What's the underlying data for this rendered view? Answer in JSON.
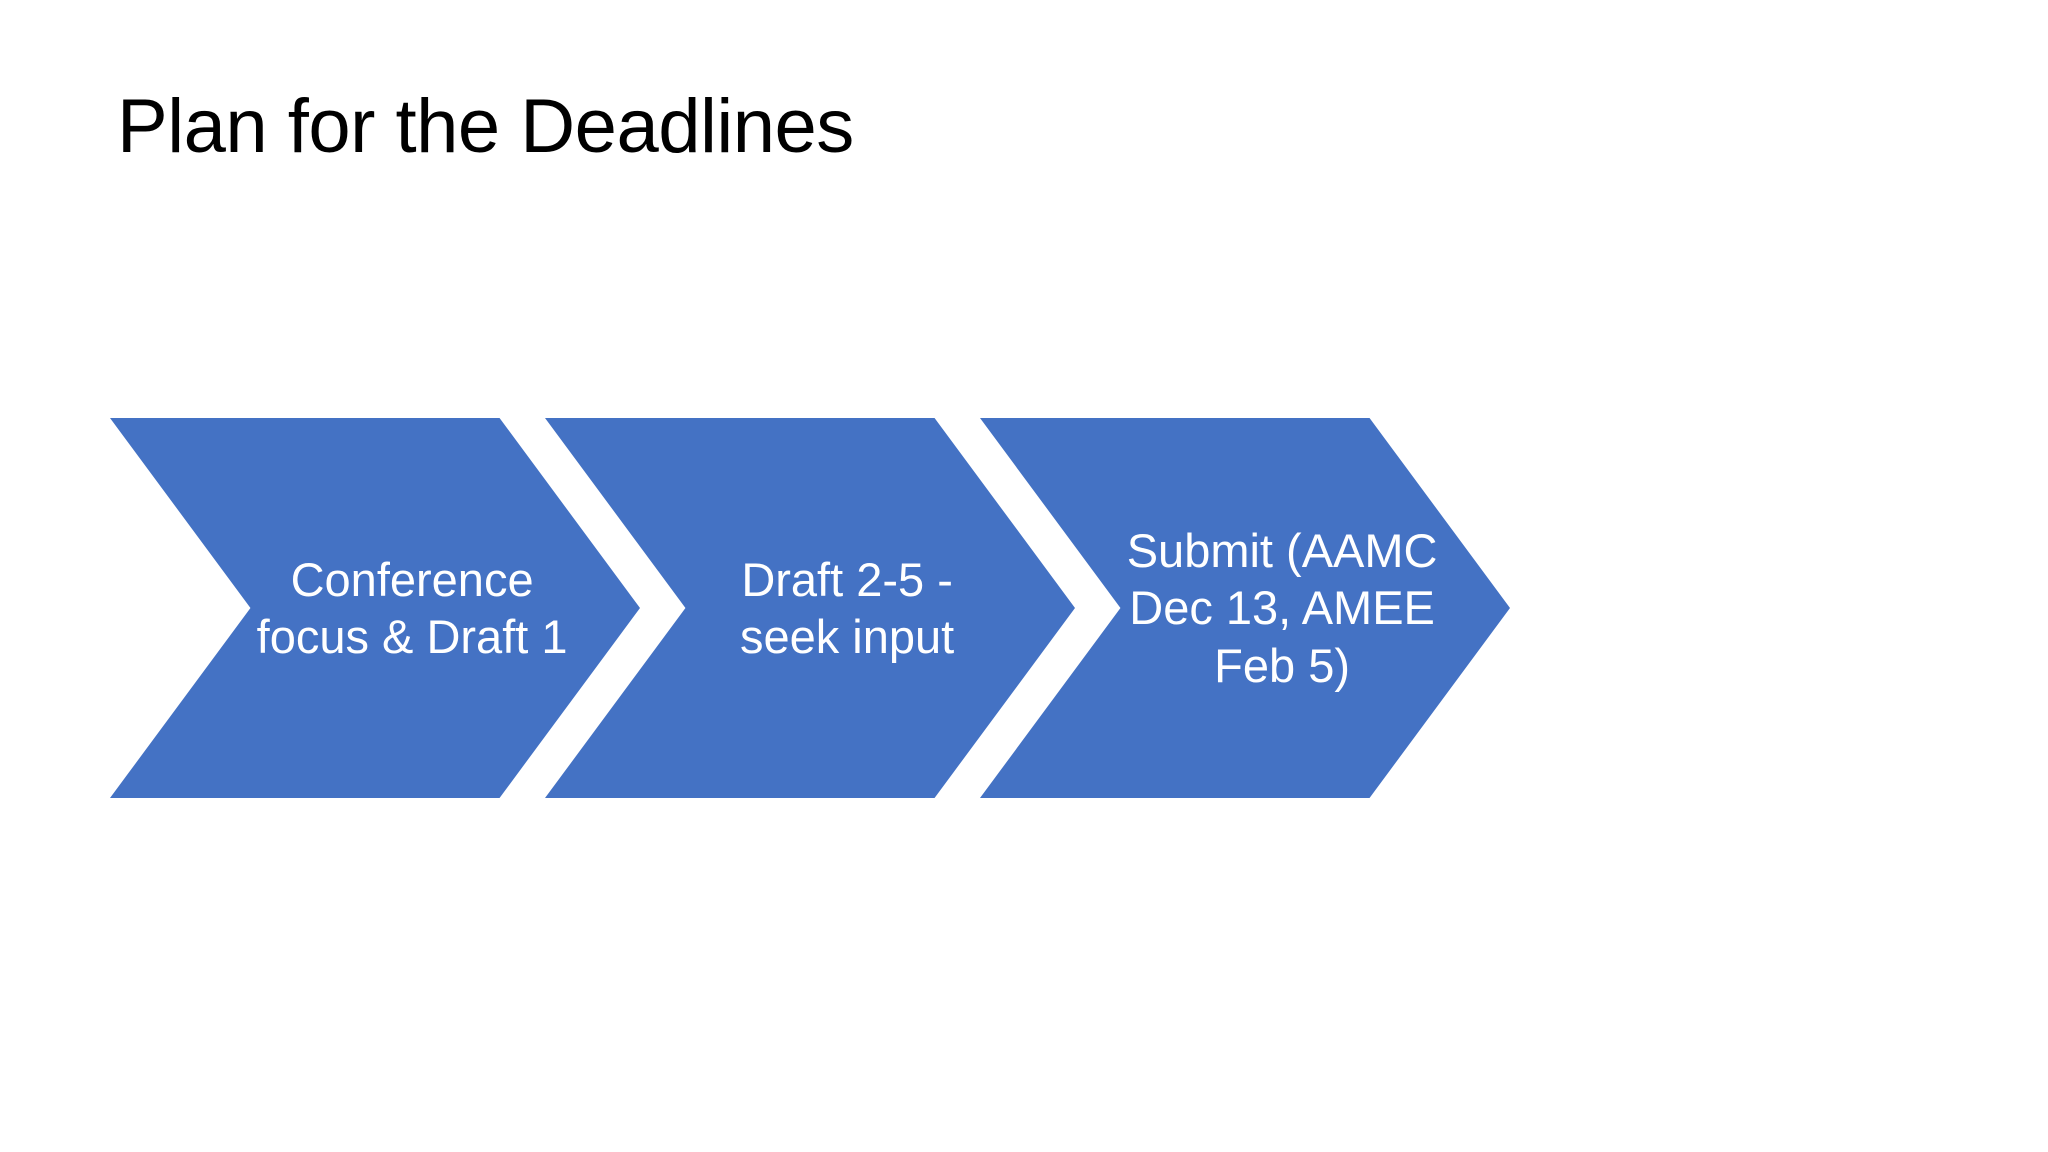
{
  "slide": {
    "title": "Plan for the Deadlines",
    "background_color": "#FFFFFF",
    "title_color": "#000000",
    "accent_color": "#4472C4",
    "chevron_text_color": "#FFFFFF"
  },
  "process": {
    "type": "chevron-process",
    "direction": "left-to-right",
    "steps": [
      {
        "index": 1,
        "label": "Conference\nfocus & Draft 1",
        "line1": "Conference",
        "line2": "focus & Draft 1"
      },
      {
        "index": 2,
        "label": "Draft 2-5 -\nseek input",
        "line1": "Draft 2-5 -",
        "line2": "seek input"
      },
      {
        "index": 3,
        "label": "Submit (AAMC\nDec 13, AMEE\nFeb 5)",
        "line1": "Submit (AAMC",
        "line2": "Dec 13, AMEE",
        "line3": "Feb 5)"
      }
    ]
  }
}
